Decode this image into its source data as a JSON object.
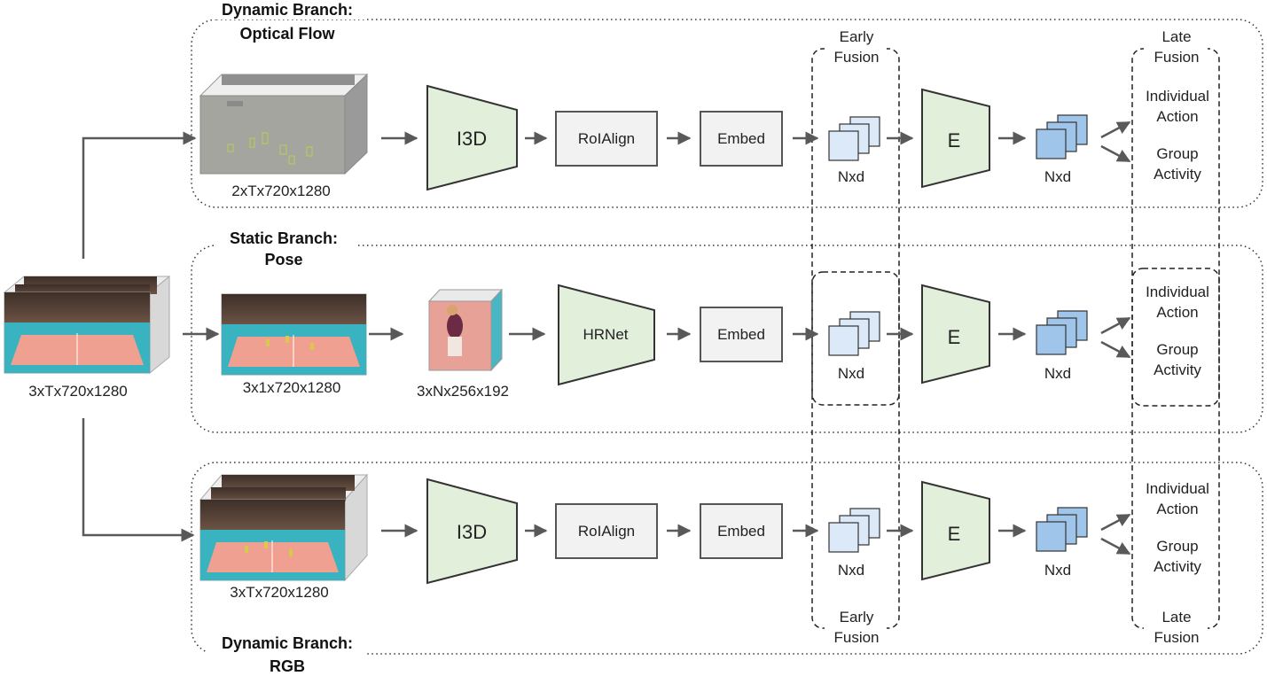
{
  "branches": {
    "dynamic_flow": {
      "title_line1": "Dynamic Branch:",
      "title_line2": "Optical Flow",
      "input_dims": "2xTx720x1280"
    },
    "static_pose": {
      "title_line1": "Static Branch:",
      "title_line2": "Pose",
      "frame_dims": "3x1x720x1280",
      "crops_dims": "3xNx256x192"
    },
    "dynamic_rgb": {
      "title_line1": "Dynamic Branch:",
      "title_line2": "RGB",
      "input_dims": "3xTx720x1280"
    }
  },
  "input": {
    "dims": "3xTx720x1280"
  },
  "modules": {
    "i3d": "I3D",
    "hrnet": "HRNet",
    "roialign": "RoIAlign",
    "embed": "Embed",
    "encoder": "E",
    "features": "Nxd"
  },
  "fusion": {
    "early_line1": "Early",
    "early_line2": "Fusion",
    "late_line1": "Late",
    "late_line2": "Fusion"
  },
  "outputs": {
    "individual_line1": "Individual",
    "individual_line2": "Action",
    "group_line1": "Group",
    "group_line2": "Activity"
  },
  "colors": {
    "trapezoid_fill": "#e2efda",
    "box_fill": "#f2f2f2",
    "feature_light": "#dbe9f8",
    "feature_dark": "#9fc5ea",
    "arrow": "#595959",
    "court": "#f0a091",
    "crowd": "#4a3a2e"
  }
}
